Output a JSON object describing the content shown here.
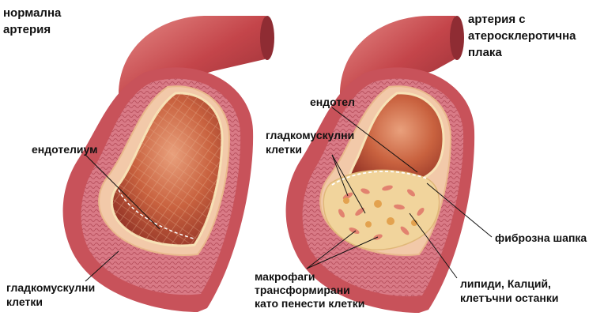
{
  "normal_artery": {
    "title": "нормална\nартерия",
    "endothelium_label": "ендотелиум",
    "smooth_muscle_label": "гладкомускулни\nклетки"
  },
  "plaque_artery": {
    "title": "артерия с\nатеросклеротична\nплака",
    "endothel_label": "ендотел",
    "smooth_muscle_label": "гладкомускулни\nклетки",
    "fibrous_cap_label": "фиброзна шапка",
    "macrophages_label": "макрофаги\nтрансформирани\nкато пенести клетки",
    "lipids_label": "липиди, Калций,\nклетъчни останки"
  },
  "colors": {
    "outer_wall": "#c8525a",
    "media": "#e3919a",
    "intima_band": "#f2c9a9",
    "endothelium": "#f7e2b6",
    "lumen": "#b9492f",
    "tube_body": "#c4454a",
    "plaque": "#f1d49c",
    "plaque_cells": "#e2826f"
  }
}
